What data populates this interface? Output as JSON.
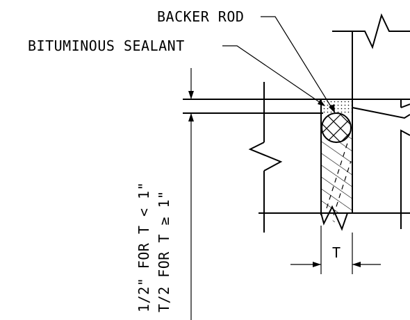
{
  "labels": {
    "backer_rod": "BACKER ROD",
    "sealant": "BITUMINOUS SEALANT",
    "dim_t": "T",
    "note_line1": "1/2\" FOR T < 1\"",
    "note_line2": "T/2 FOR T ≥ 1\""
  }
}
